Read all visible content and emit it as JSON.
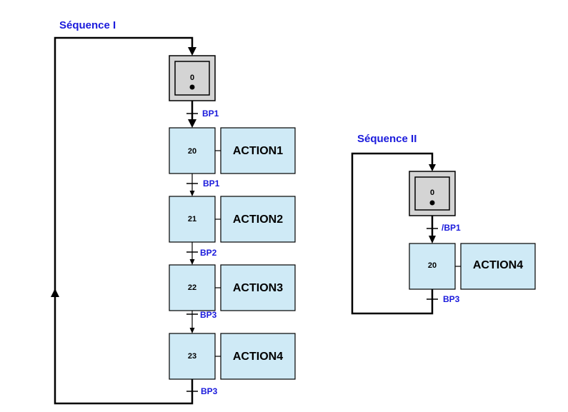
{
  "colors": {
    "title": "#1a1adc",
    "step_fill": "#cfeaf6",
    "init_fill": "#d4d4d4",
    "line": "#000000"
  },
  "sequence_1": {
    "title": "Séquence I",
    "initial_step": "0",
    "steps": [
      {
        "number": "20",
        "action": "ACTION1"
      },
      {
        "number": "21",
        "action": "ACTION2"
      },
      {
        "number": "22",
        "action": "ACTION3"
      },
      {
        "number": "23",
        "action": "ACTION4"
      }
    ],
    "transitions": [
      "BP1",
      "BP1",
      "BP2",
      "BP3",
      "BP3"
    ]
  },
  "sequence_2": {
    "title": "Séquence II",
    "initial_step": "0",
    "steps": [
      {
        "number": "20",
        "action": "ACTION4"
      }
    ],
    "transitions": [
      "/BP1",
      "BP3"
    ]
  }
}
